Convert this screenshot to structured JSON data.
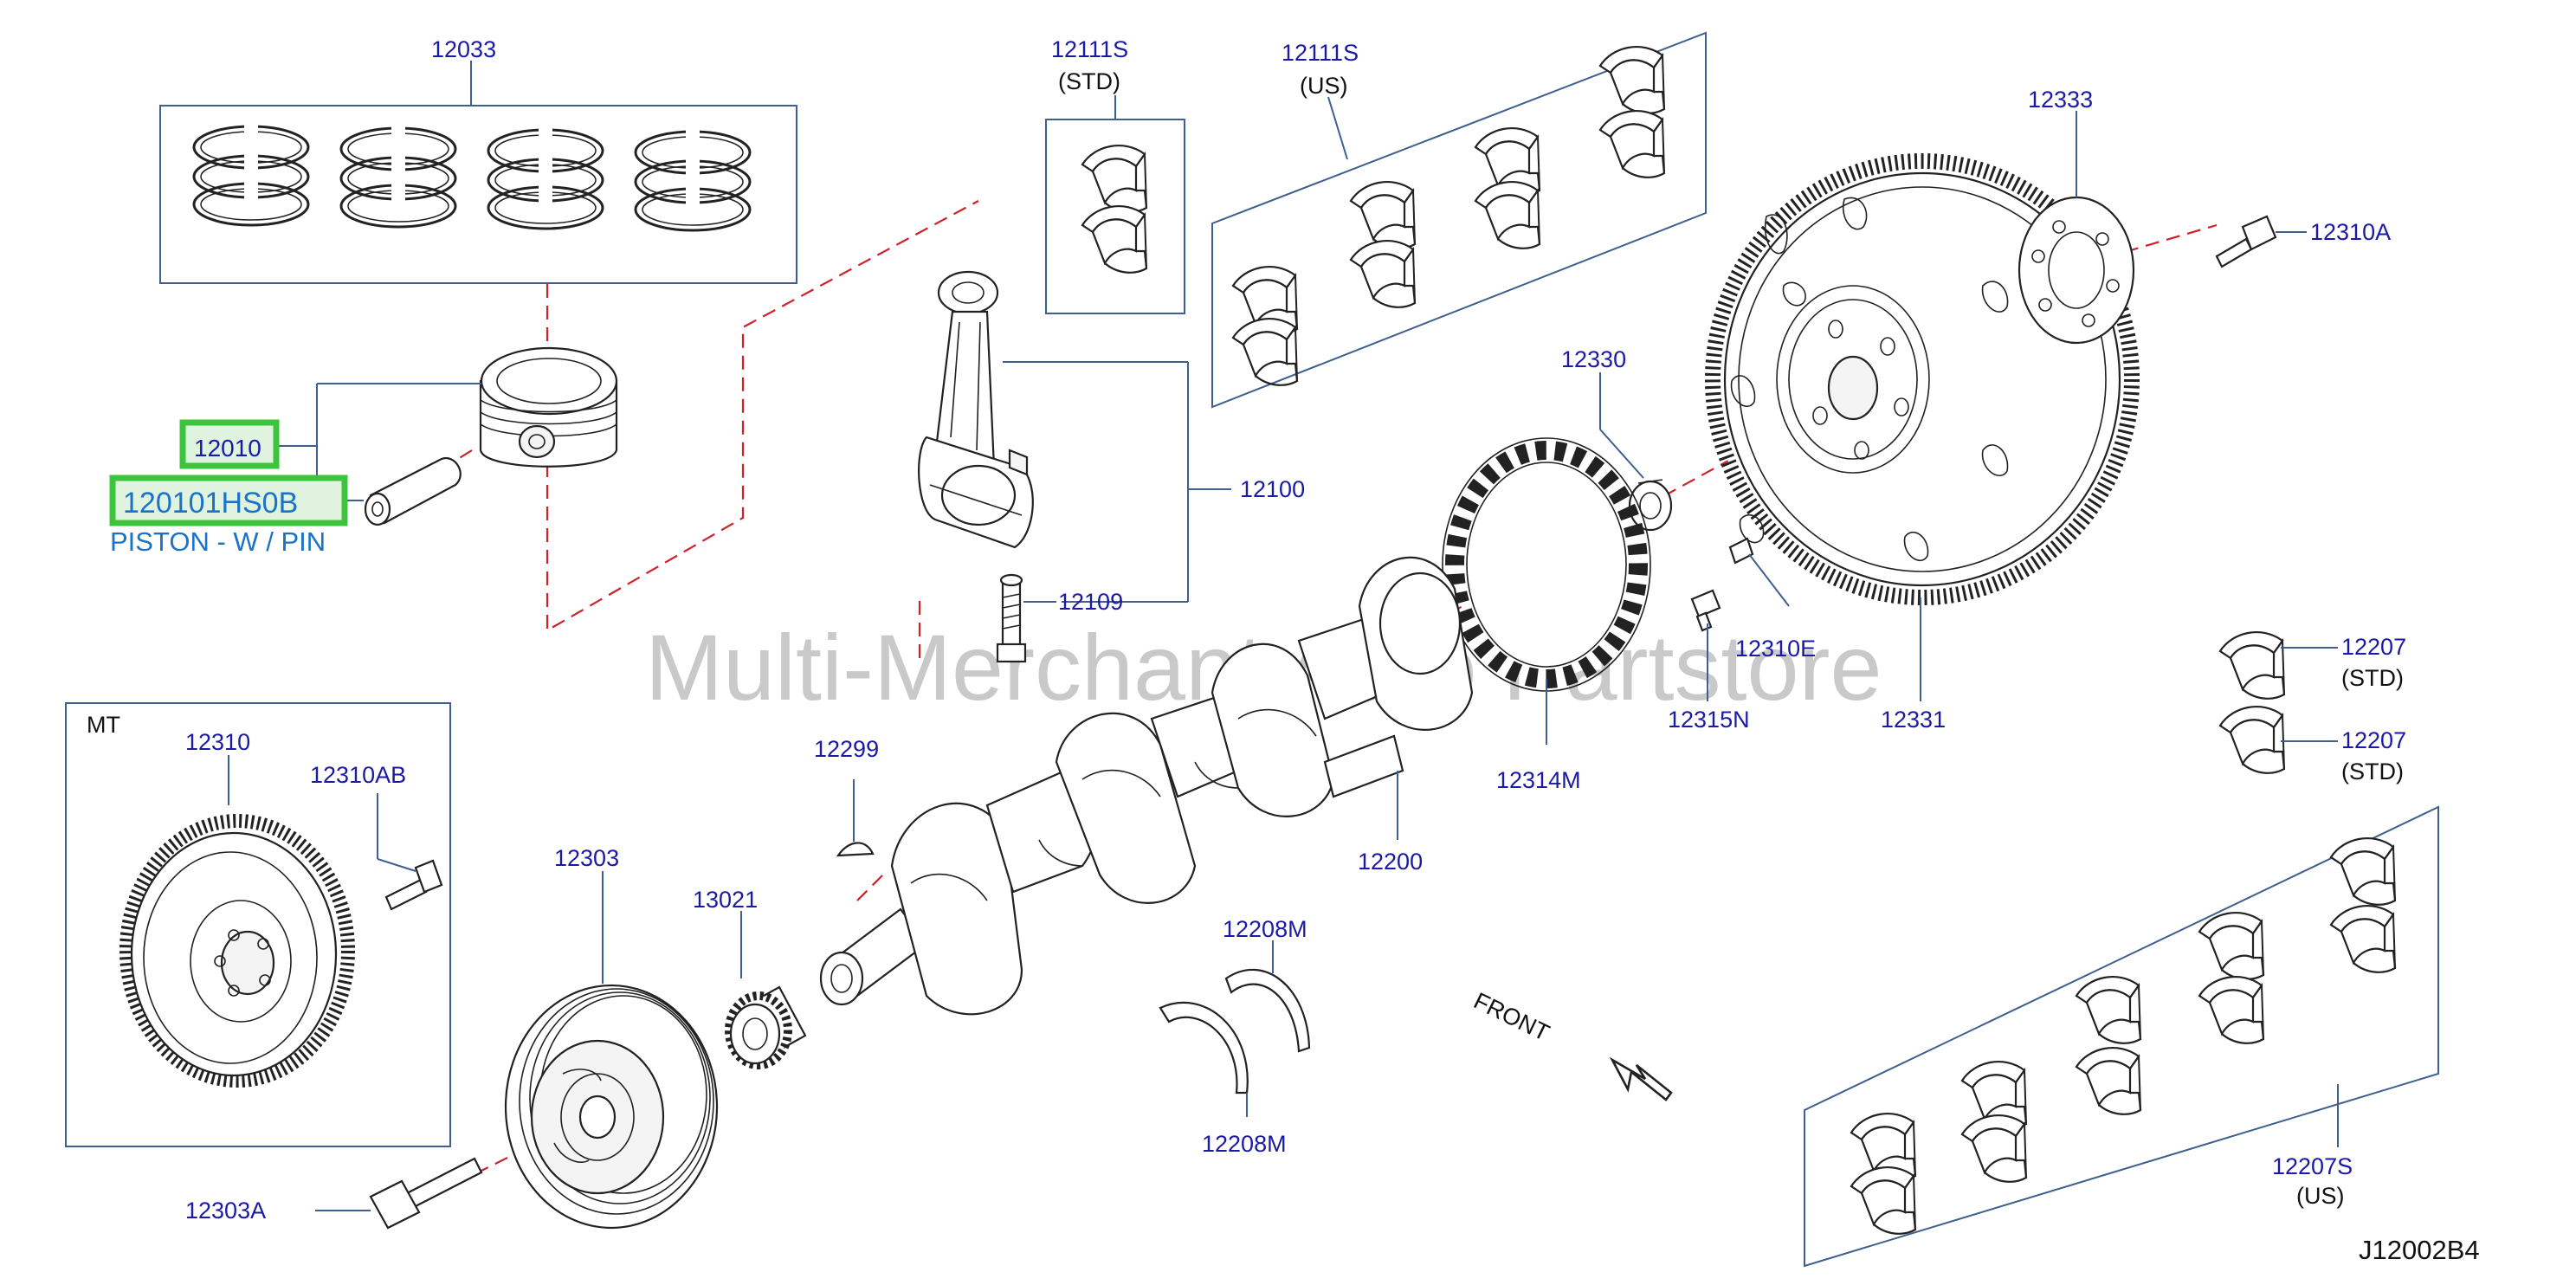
{
  "colors": {
    "label": "#1a1aa6",
    "highlight_border": "#3cc43c",
    "highlight_text": "#1a73c9",
    "leader": "#3f5f8f",
    "center_line": "#d0202a",
    "watermark": "#9c9c9c"
  },
  "watermark": "Multi-Merchant Auto Partstore",
  "diagram_code": "J12002B4",
  "front_label": "FRONT",
  "mt_label": "MT",
  "highlighted": {
    "part_a": "12010",
    "part_b": "120101HS0B",
    "caption": "PISTON - W / PIN"
  },
  "callouts": {
    "c12033": "12033",
    "c12111s_std": "12111S",
    "c12111s_std_note": "(STD)",
    "c12111s_us": "12111S",
    "c12111s_us_note": "(US)",
    "c12333": "12333",
    "c12310a": "12310A",
    "c12330": "12330",
    "c12100": "12100",
    "c12109": "12109",
    "c12310e": "12310E",
    "c12315n": "12315N",
    "c12331": "12331",
    "c12207_a": "12207",
    "c12207_a_note": "(STD)",
    "c12207_b": "12207",
    "c12207_b_note": "(STD)",
    "c12310": "12310",
    "c12310ab": "12310AB",
    "c12299": "12299",
    "c12314m": "12314M",
    "c12303": "12303",
    "c13021": "13021",
    "c12200": "12200",
    "c12208m_a": "12208M",
    "c12208m_b": "12208M",
    "c12207s": "12207S",
    "c12207s_note": "(US)",
    "c12303a": "12303A"
  }
}
